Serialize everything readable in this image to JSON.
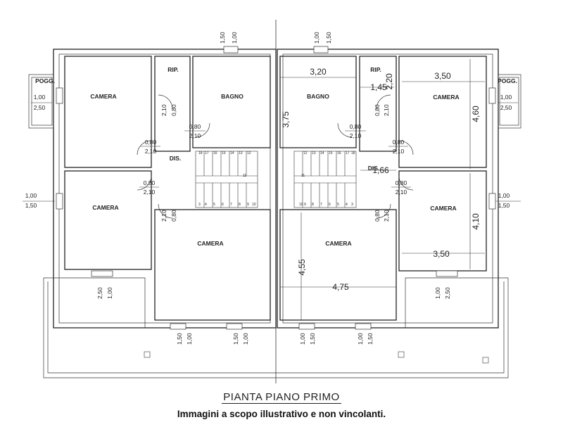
{
  "title": "PIANTA PIANO PRIMO",
  "note": "Immagini a scopo illustrativo e non vincolanti.",
  "rooms": {
    "camera": "CAMERA",
    "bagno": "BAGNO",
    "rip": "RIP.",
    "dis": "DIS.",
    "pogg": "POGG."
  },
  "dims": {
    "d150": "1,50",
    "d100": "1,00",
    "d250": "2,50",
    "d080": "0,80",
    "d210": "2,10",
    "d320": "3,20",
    "d375": "3,75",
    "d145": "1,45",
    "d220": "2,20",
    "d350": "3,50",
    "d460": "4,60",
    "d166": "1,66",
    "d410": "4,10",
    "d455": "4,55",
    "d475": "4,75"
  },
  "stairs": {
    "left_top": [
      "18",
      "17",
      "16",
      "15",
      "14",
      "13",
      "12"
    ],
    "left_bottom": [
      "3",
      "4",
      "5",
      "6",
      "7",
      "8",
      "9",
      "10"
    ],
    "right_top": [
      "12",
      "13",
      "14",
      "15",
      "16",
      "17",
      "18"
    ],
    "right_bottom": [
      "10",
      "9",
      "8",
      "7",
      "6",
      "5",
      "4",
      "3"
    ],
    "mid_left": "11",
    "mid_right": "11"
  }
}
